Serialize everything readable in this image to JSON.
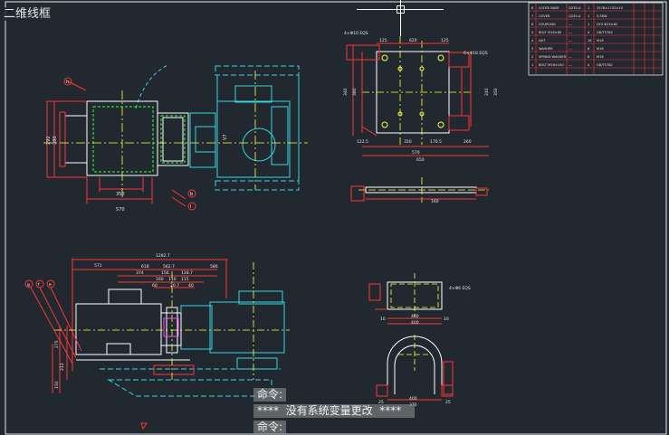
{
  "viewport": {
    "label": "二维线框"
  },
  "colors": {
    "background": "#212830",
    "frame": "#e6e6e6",
    "dimension": "#ff3333",
    "centerline": "#ffff44",
    "cyan": "#33d6e0",
    "green": "#33ff33",
    "white": "#ffffff",
    "magenta": "#ff44ff"
  },
  "top_view": {
    "dims": {
      "w": "350",
      "w2": "570",
      "h1": "292",
      "h2": "380",
      "v": "V7"
    },
    "callouts": {
      "h": "h",
      "b": "b",
      "i": "i"
    }
  },
  "plate_view": {
    "top_dims": [
      "125",
      "620",
      "125"
    ],
    "bottom_dims": [
      "122.5",
      "350",
      "170.5",
      "260"
    ],
    "total": "570",
    "overall": "650",
    "left_dims": [
      "340",
      "380"
    ],
    "right_dims": [
      "240",
      "350"
    ],
    "hole_note": "4×Φ10 EQS",
    "hole_note2": "6×Φ18 EQS",
    "section_dim": "160"
  },
  "front_view": {
    "top_dims": [
      "1282.7"
    ],
    "row2": [
      "571",
      "618",
      "562.7",
      "586"
    ],
    "row3": [
      "374",
      "156",
      "128.7"
    ],
    "row4": [
      "160",
      "110",
      "115"
    ],
    "row5": [
      "60",
      "20.7",
      "40"
    ],
    "left_dims": [
      "275",
      "213",
      "150"
    ],
    "callouts": {
      "g": "g",
      "f": "f",
      "e": "e"
    }
  },
  "small_plate": {
    "width": "460",
    "inner": "400",
    "left": "10",
    "holes": "4×Φ6 EQS",
    "right_dim": "10"
  },
  "bracket": {
    "width": "400",
    "inner": "370",
    "left": "25",
    "right": "25"
  },
  "title_table": {
    "rows": [
      [
        "8",
        "LOOSE BASE",
        "Q235-A",
        "1",
        "2578×1752×10"
      ],
      [
        "7",
        "COVER",
        "Q235-A",
        "1",
        "5.5KW"
      ],
      [
        "6",
        "COUPLING",
        "—",
        "1",
        "GY4 Φ25×62"
      ],
      [
        "5",
        "BOLT M16×80",
        "—",
        "4",
        "GB/T5782"
      ],
      [
        "4",
        "NUT",
        "—",
        "16",
        "M16"
      ],
      [
        "3",
        "WASHER",
        "—",
        "8",
        "M16"
      ],
      [
        "2",
        "SPRING WASHER",
        "—",
        "8",
        "M16"
      ],
      [
        "1",
        "BOLT M16×100",
        "—",
        "4",
        "GB/T5782"
      ]
    ]
  },
  "command_line": {
    "line1": "命令:",
    "line2": "****  没有系统变量更改  ****",
    "line3": "命令:"
  }
}
